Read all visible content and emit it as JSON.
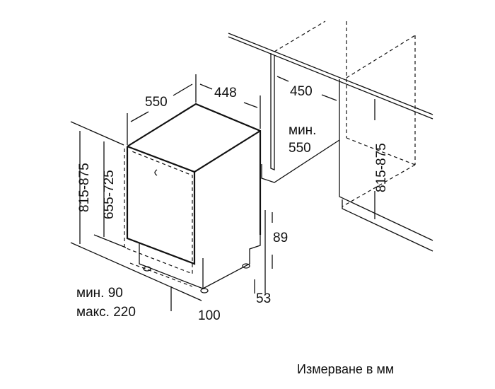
{
  "dimensions": {
    "depth": "550",
    "width": "448",
    "height_total": "815-875",
    "height_door": "655-725",
    "plinth_min": "мин. 90",
    "plinth_max": "макс. 220",
    "plinth_depth": "100",
    "foot_offset": "53",
    "plinth_height": "89",
    "niche_width": "450",
    "niche_depth_min_label": "мин.",
    "niche_depth_min_value": "550",
    "niche_height": "815-875"
  },
  "caption": "Измерване в мм"
}
